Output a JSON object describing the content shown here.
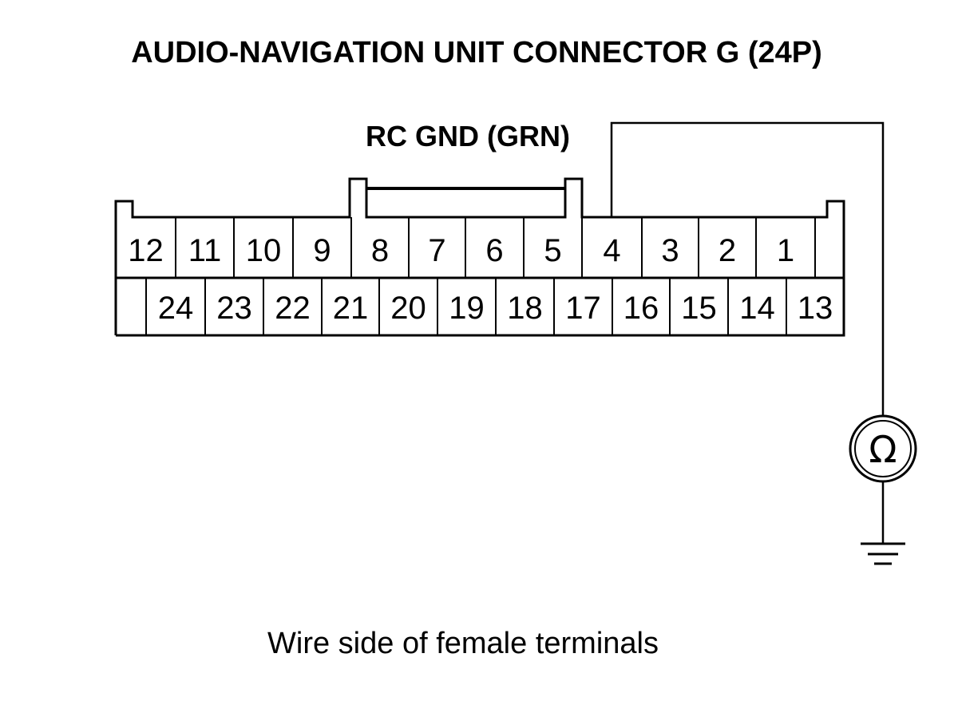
{
  "title": "AUDIO-NAVIGATION UNIT CONNECTOR G (24P)",
  "wire_label": "RC GND (GRN)",
  "caption": "Wire side of female terminals",
  "meter_symbol": "Ω",
  "meter_icon": "ohmmeter-icon",
  "ground_icon": "ground-icon",
  "connector": {
    "top_row": [
      "12",
      "11",
      "10",
      "9",
      "8",
      "7",
      "6",
      "5",
      "4",
      "3",
      "2",
      "1"
    ],
    "bottom_row": [
      "24",
      "23",
      "22",
      "21",
      "20",
      "19",
      "18",
      "17",
      "16",
      "15",
      "14",
      "13"
    ],
    "probed_terminal": "4"
  }
}
